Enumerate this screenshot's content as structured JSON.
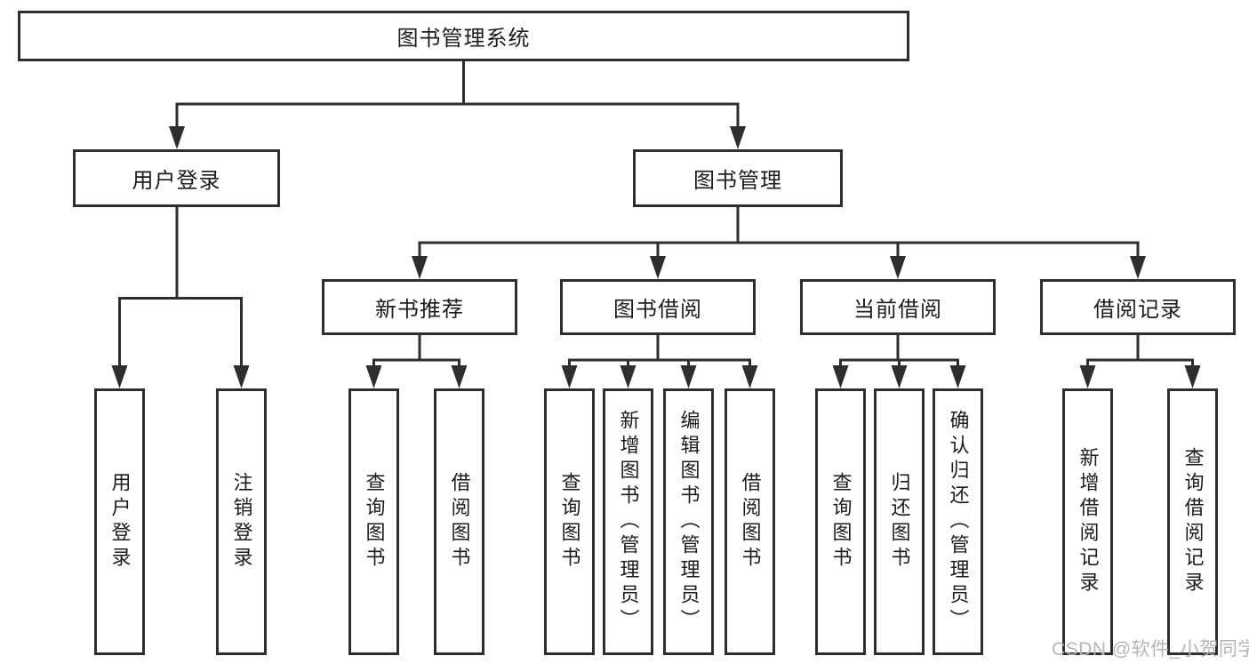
{
  "diagram": {
    "title": "图书管理系统",
    "level2": [
      {
        "label": "用户登录"
      },
      {
        "label": "图书管理"
      }
    ],
    "level3": [
      {
        "label": "新书推荐"
      },
      {
        "label": "图书借阅"
      },
      {
        "label": "当前借阅"
      },
      {
        "label": "借阅记录"
      }
    ],
    "leaves": [
      {
        "label": "用户登录"
      },
      {
        "label": "注销登录"
      },
      {
        "label": "查询图书"
      },
      {
        "label": "借阅图书"
      },
      {
        "label": "查询图书"
      },
      {
        "label": "新增图书（管理员）"
      },
      {
        "label": "编辑图书（管理员）"
      },
      {
        "label": "借阅图书"
      },
      {
        "label": "查询图书"
      },
      {
        "label": "归还图书"
      },
      {
        "label": "确认归还（管理员）"
      },
      {
        "label": "新增借阅记录"
      },
      {
        "label": "查询借阅记录"
      }
    ]
  },
  "watermark": {
    "text": "CSDN @软件_小贺同学"
  },
  "colors": {
    "line": "#2e2e2e",
    "text": "#1c1c1c",
    "watermark": "#b5b5b5",
    "background": "#ffffff"
  }
}
